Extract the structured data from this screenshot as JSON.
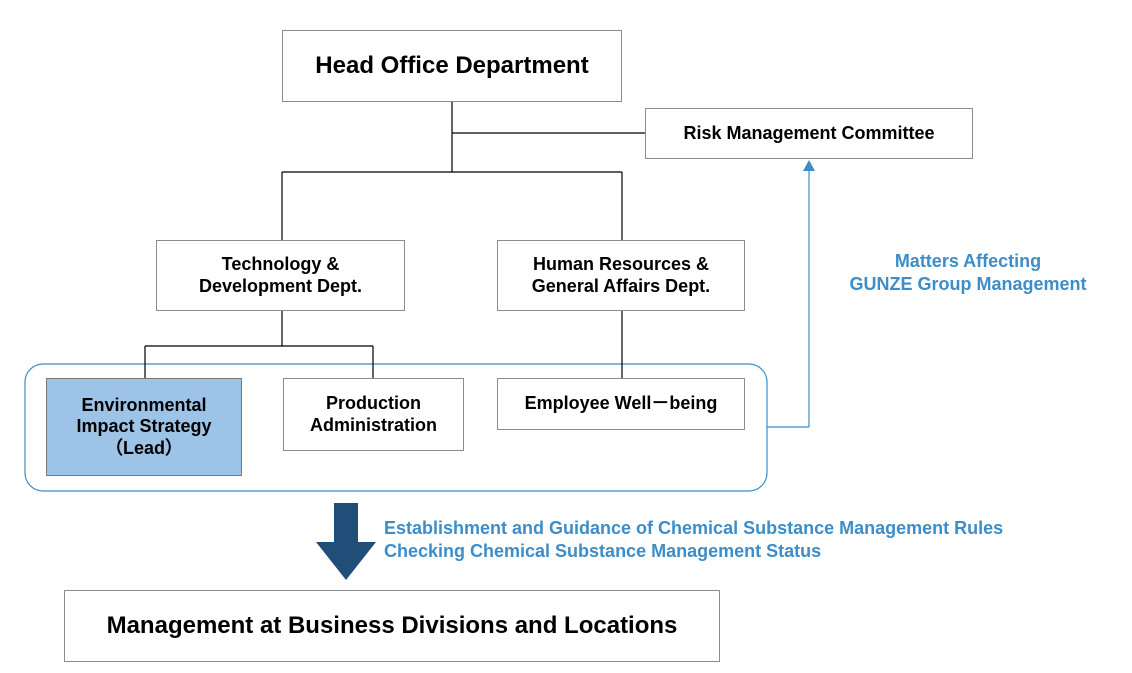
{
  "boxes": {
    "head_office": "Head Office Department",
    "risk_committee": "Risk Management Committee",
    "technology": "Technology &\nDevelopment Dept.",
    "human_resources": "Human Resources &\nGeneral Affairs Dept.",
    "environmental": "Environmental\nImpact Strategy\n（Lead）",
    "production": "Production\nAdministration",
    "employee": "Employee Well－being",
    "management": "Management at Business Divisions and Locations"
  },
  "annotations": {
    "matters": "Matters Affecting\nGUNZE Group Management",
    "rules_line1": "Establishment and Guidance of Chemical Substance Management Rules",
    "rules_line2": "Checking Chemical Substance Management Status"
  },
  "colors": {
    "connector": "#000000",
    "box_border": "#8c8c8c",
    "highlight_fill": "#9dc3e6",
    "annotation_text": "#3c8dc8",
    "group_outline": "#3c8dc8",
    "down_arrow": "#1f4e79"
  }
}
